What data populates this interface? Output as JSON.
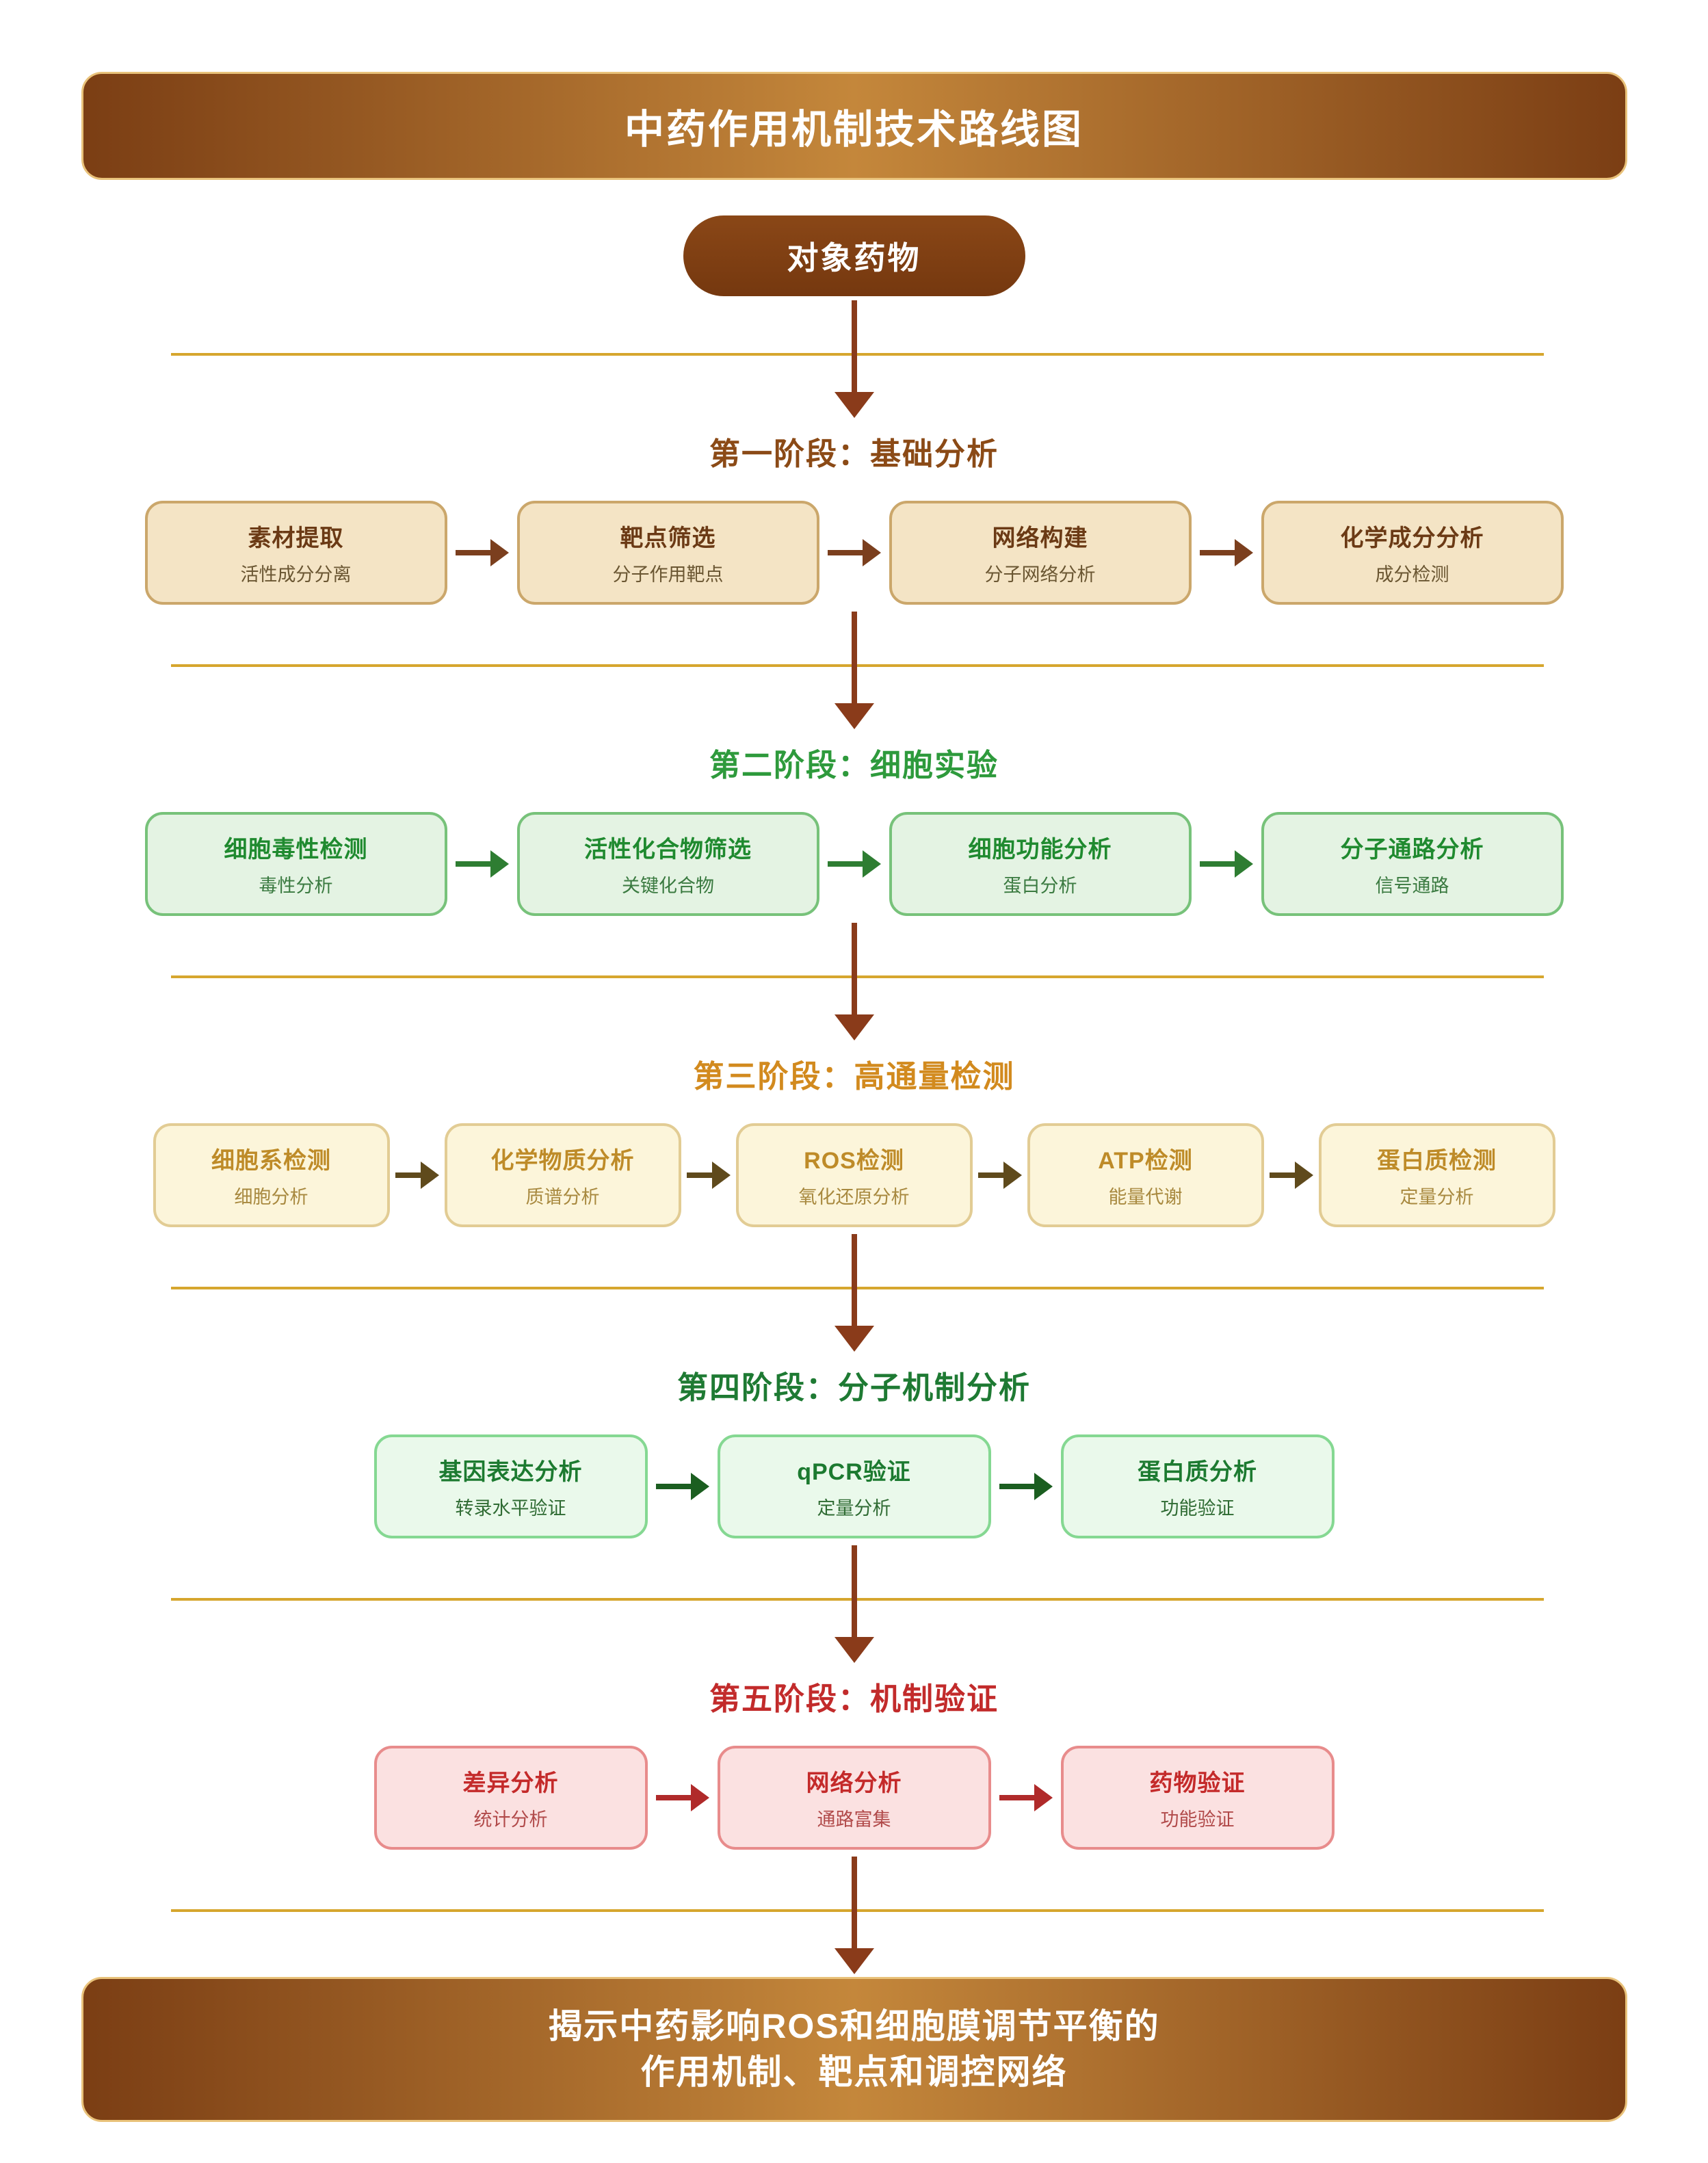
{
  "page": {
    "title": "中药作用机制技术路线图",
    "source_node": "对象药物",
    "result_line1": "揭示中药影响ROS和细胞膜调节平衡的",
    "result_line2": "作用机制、靶点和调控网络"
  },
  "stages": [
    {
      "label": "第一阶段：基础分析",
      "boxes": [
        {
          "title": "素材提取",
          "subtitle": "活性成分分离"
        },
        {
          "title": "靶点筛选",
          "subtitle": "分子作用靶点"
        },
        {
          "title": "网络构建",
          "subtitle": "分子网络分析"
        },
        {
          "title": "化学成分分析",
          "subtitle": "成分检测"
        }
      ]
    },
    {
      "label": "第二阶段：细胞实验",
      "boxes": [
        {
          "title": "细胞毒性检测",
          "subtitle": "毒性分析"
        },
        {
          "title": "活性化合物筛选",
          "subtitle": "关键化合物"
        },
        {
          "title": "细胞功能分析",
          "subtitle": "蛋白分析"
        },
        {
          "title": "分子通路分析",
          "subtitle": "信号通路"
        }
      ]
    },
    {
      "label": "第三阶段：高通量检测",
      "boxes": [
        {
          "title": "细胞系检测",
          "subtitle": "细胞分析"
        },
        {
          "title": "化学物质分析",
          "subtitle": "质谱分析"
        },
        {
          "title": "ROS检测",
          "subtitle": "氧化还原分析"
        },
        {
          "title": "ATP检测",
          "subtitle": "能量代谢"
        },
        {
          "title": "蛋白质检测",
          "subtitle": "定量分析"
        }
      ]
    },
    {
      "label": "第四阶段：分子机制分析",
      "boxes": [
        {
          "title": "基因表达分析",
          "subtitle": "转录水平验证"
        },
        {
          "title": "qPCR验证",
          "subtitle": "定量分析"
        },
        {
          "title": "蛋白质分析",
          "subtitle": "功能验证"
        }
      ]
    },
    {
      "label": "第五阶段：机制验证",
      "boxes": [
        {
          "title": "差异分析",
          "subtitle": "统计分析"
        },
        {
          "title": "网络分析",
          "subtitle": "通路富集"
        },
        {
          "title": "药物验证",
          "subtitle": "功能验证"
        }
      ]
    }
  ],
  "colors": {
    "grad-dark": "#7B3E14",
    "grad-light": "#C4873B",
    "pill-bg": "#75380F",
    "arrow-down": "#8A3B1A",
    "line-gold": "#D6A62E",
    "result-border": "#E9C27A",
    "s1-label": "#8B4A16",
    "s1-bg": "#F4E4C5",
    "s1-border": "#CBA76B",
    "s1-title": "#6B3A15",
    "s1-sub": "#6A5632",
    "s1-arrow": "#7B3F1E",
    "s2-label": "#2E9A3C",
    "s2-bg": "#E4F3E3",
    "s2-border": "#77C27A",
    "s2-title": "#1F8A2F",
    "s2-sub": "#3A7A40",
    "s2-arrow": "#2E7D32",
    "s3-label": "#D28A1E",
    "s3-bg": "#FCF5DA",
    "s3-border": "#E2CC94",
    "s3-title": "#BE8B28",
    "s3-sub": "#A8893F",
    "s3-arrow": "#5F4A1C",
    "s4-label": "#1E7A33",
    "s4-bg": "#EAF9EB",
    "s4-border": "#85D892",
    "s4-title": "#1C7A30",
    "s4-sub": "#2F6B33",
    "s4-arrow": "#1B5E20",
    "s5-label": "#C22B2B",
    "s5-bg": "#FBE1E1",
    "s5-border": "#E88C8C",
    "s5-title": "#C42A2A",
    "s5-sub": "#B14A4A",
    "s5-arrow": "#B02A2A"
  }
}
